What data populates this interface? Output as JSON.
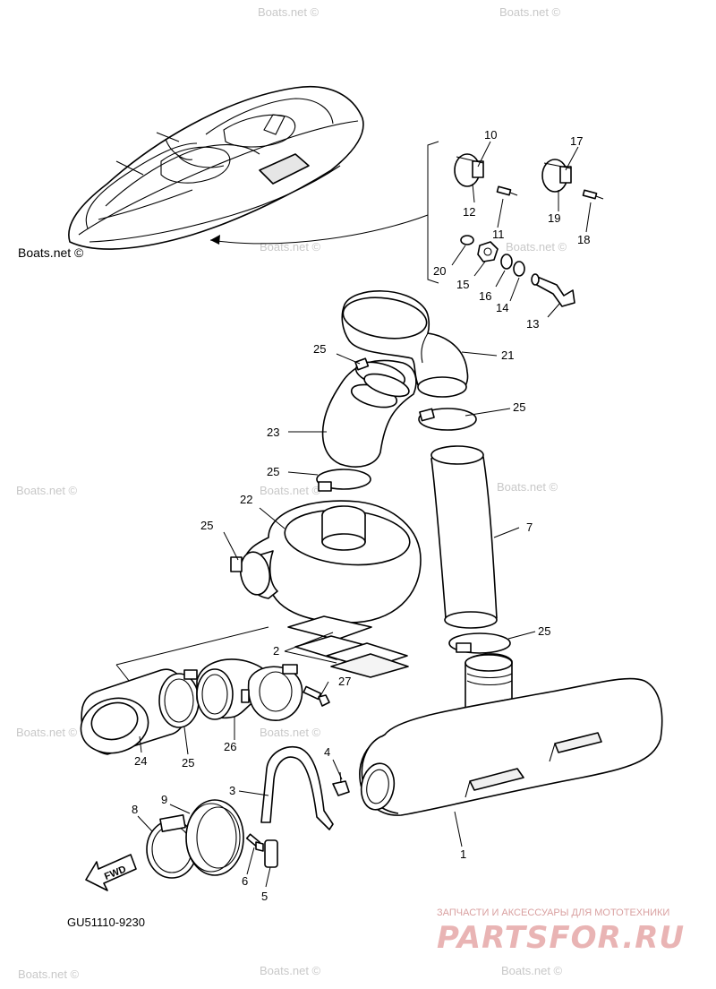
{
  "diagram": {
    "drawing_code": "GU51110-9230",
    "fwd_label": "FWD",
    "watermark": "Boats.net ©",
    "brand_tagline": "ЗАПЧАСТИ И АКСЕССУАРЫ ДЛЯ МОТОТЕХНИКИ",
    "brand_name": "PARTSFOR.RU",
    "part_numbers": [
      "1",
      "2",
      "3",
      "4",
      "5",
      "6",
      "7",
      "8",
      "9",
      "10",
      "11",
      "12",
      "13",
      "14",
      "15",
      "16",
      "17",
      "18",
      "19",
      "20",
      "21",
      "22",
      "23",
      "24",
      "25",
      "26",
      "27"
    ]
  }
}
